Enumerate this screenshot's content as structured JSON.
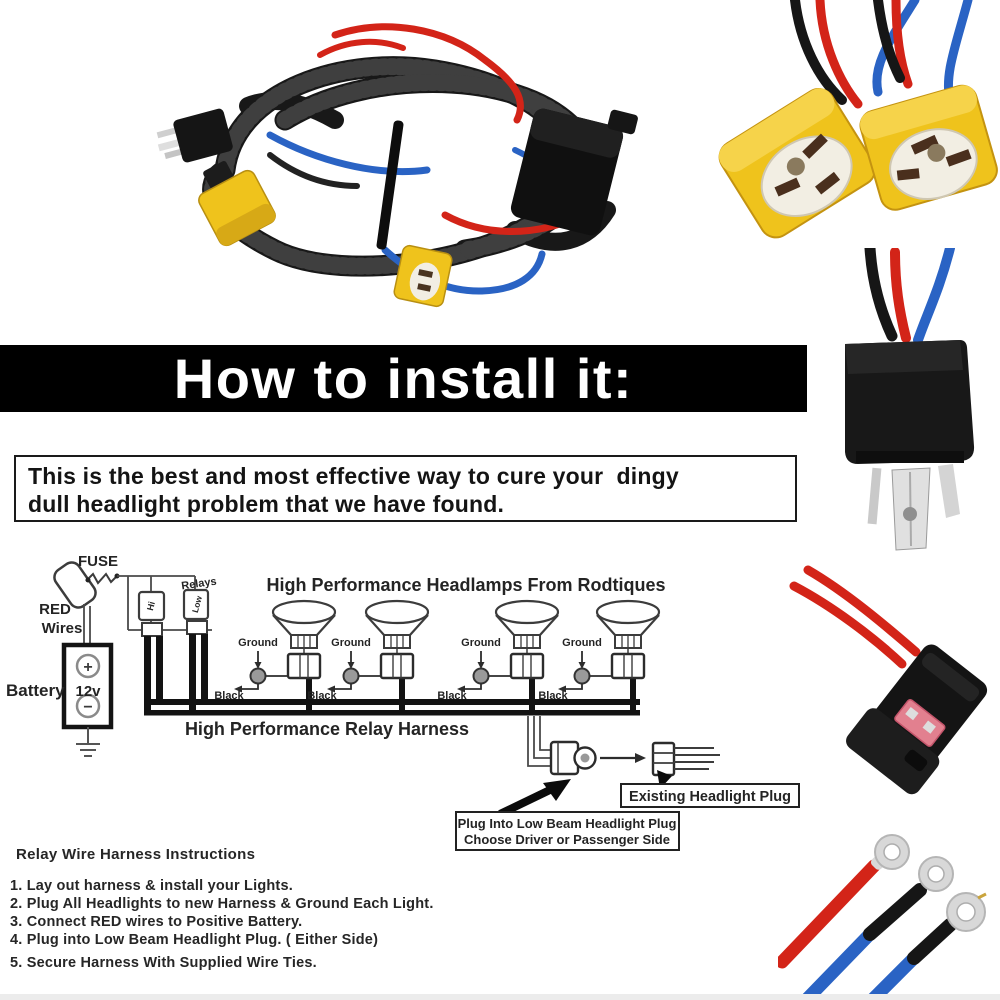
{
  "banner": {
    "title": "How to install it:"
  },
  "intro_box": {
    "line1": "This is the best and most effective way to cure your  dingy",
    "line2": "dull headlight problem that we have found."
  },
  "diagram": {
    "fuse_label": "FUSE",
    "red_wires_label_line1": "RED",
    "red_wires_label_line2": "Wires",
    "battery_label": "Battery",
    "battery_voltage": "12v",
    "battery_plus": "+",
    "battery_minus": "−",
    "relays_label": "Relays",
    "relay_hi_label": "Hi",
    "relay_low_label": "Low",
    "headlamps_title": "High Performance Headlamps From Rodtiques",
    "ground_label": "Ground",
    "black_label": "Black",
    "relay_harness_title": "High Performance Relay Harness",
    "existing_plug_label": "Existing Headlight Plug",
    "low_beam_note_line1": "Plug Into Low Beam Headlight Plug",
    "low_beam_note_line2": "Choose Driver or Passenger Side"
  },
  "instructions": {
    "title": "Relay Wire Harness Instructions",
    "items": [
      "1. Lay out harness & install your Lights.",
      "2. Plug All Headlights to new Harness & Ground Each Light.",
      "3. Connect RED wires to Positive Battery.",
      "4. Plug into Low Beam Headlight Plug. ( Either Side)",
      "5. Secure Harness With Supplied Wire Ties."
    ]
  },
  "photos": {
    "harness_kit": "coiled relay wiring harness with yellow H4 sockets",
    "ceramic_sockets": "two yellow ceramic H4 headlight sockets",
    "h4_plug": "black H4 male plug with red blue black wires",
    "fuse_holder": "inline blade fuse holder with red wires",
    "ring_terminals": "three ring terminals on red and blue wires"
  },
  "colors": {
    "background": "#ffffff",
    "banner_bg": "#000000",
    "banner_text": "#ffffff",
    "diagram_ink": "#3c3c3c",
    "wire_red": "#d32418",
    "wire_blue": "#2a63c4",
    "wire_black": "#161616",
    "connector_yellow": "#efc31c",
    "ceramic_white": "#f2eee3",
    "terminal_silver": "#d8d8d8",
    "fuse_pink": "#e2808f"
  }
}
